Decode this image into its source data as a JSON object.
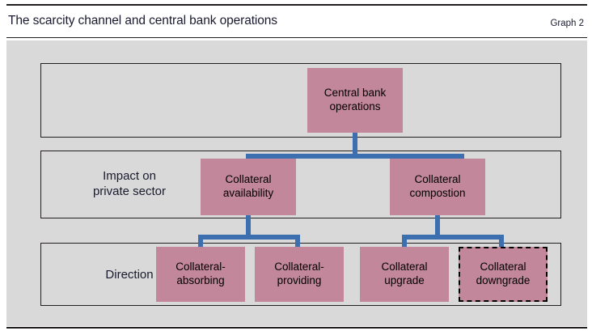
{
  "header": {
    "title": "The scarcity channel and central bank operations",
    "graph_number": "Graph 2"
  },
  "colors": {
    "node_fill": "#c2879b",
    "connector": "#3b6fb0",
    "panel_background": "#d9d9d9",
    "border": "#231f20",
    "text": "#000000"
  },
  "diagram": {
    "rows": [
      {
        "id": "central-bank-operations",
        "label": "",
        "nodes": [
          {
            "id": "cbo",
            "text": "Central bank\noperations",
            "style": "solid"
          }
        ]
      },
      {
        "id": "impact-on-private-sector",
        "label": "Impact on\nprivate sector",
        "nodes": [
          {
            "id": "availability",
            "text": "Collateral\navailability",
            "style": "solid"
          },
          {
            "id": "compostion",
            "text": "Collateral\ncompostion",
            "style": "solid"
          }
        ]
      },
      {
        "id": "direction",
        "label": "Direction",
        "nodes": [
          {
            "id": "absorbing",
            "text": "Collateral-\nabsorbing",
            "style": "solid"
          },
          {
            "id": "providing",
            "text": "Collateral-\nproviding",
            "style": "solid"
          },
          {
            "id": "upgrade",
            "text": "Collateral\nupgrade",
            "style": "solid"
          },
          {
            "id": "downgrade",
            "text": "Collateral\ndowngrade",
            "style": "dashed"
          }
        ]
      }
    ],
    "connections": [
      {
        "from": "cbo",
        "to": [
          "availability",
          "compostion"
        ]
      },
      {
        "from": "availability",
        "to": [
          "absorbing",
          "providing"
        ]
      },
      {
        "from": "compostion",
        "to": [
          "upgrade",
          "downgrade"
        ]
      }
    ]
  }
}
